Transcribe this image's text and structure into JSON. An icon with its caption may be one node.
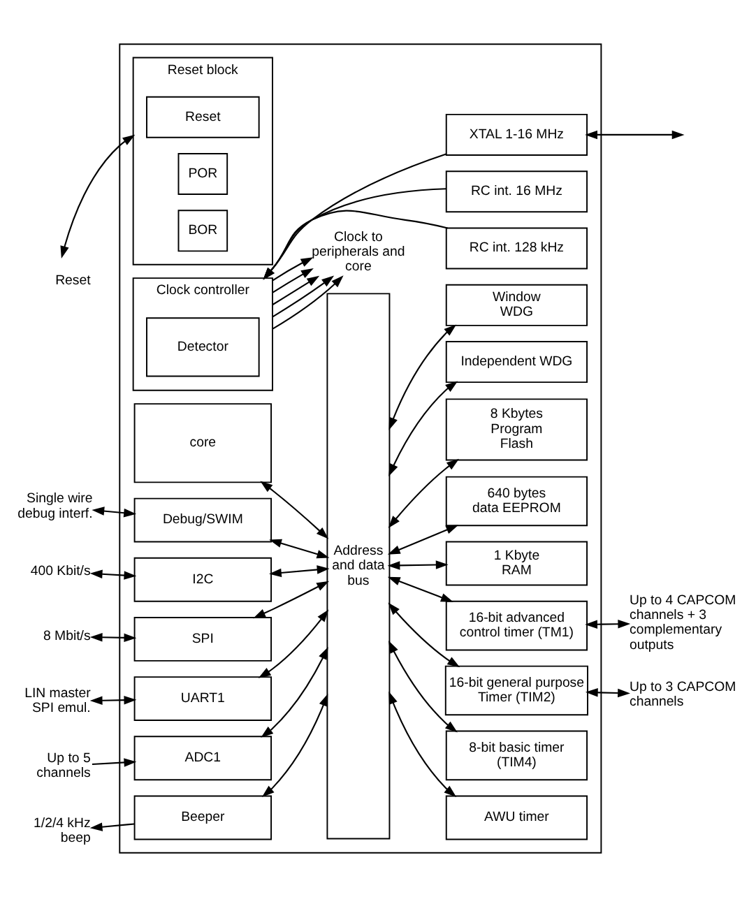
{
  "diagram": {
    "nodes": [
      {
        "text": [],
        "shape": "box"
      },
      {
        "text": [
          "Reset block"
        ],
        "in": 0
      },
      {
        "text": [
          "Reset"
        ],
        "in": 1
      },
      {
        "text": [
          "POR"
        ],
        "in": 1
      },
      {
        "text": [
          "BOR"
        ],
        "in": 1
      },
      {
        "text": [
          "Clock controller"
        ],
        "in": 0
      },
      {
        "text": [
          "Detector"
        ],
        "in": 5
      },
      {
        "text": [
          "XTAL 1-16 MHz"
        ],
        "in": 0
      },
      {
        "text": [
          "RC int. 16 MHz"
        ],
        "in": 0
      },
      {
        "text": [
          "RC int. 128 kHz"
        ],
        "in": 0
      },
      {
        "text": [
          "Clock to peripherals and core"
        ],
        "in": 0
      },
      {
        "text": [
          "core"
        ],
        "in": 0
      },
      {
        "text": [
          "Address and data bus"
        ],
        "in": 0
      },
      {
        "text": [
          "Window WDG"
        ],
        "in": 0
      },
      {
        "text": [
          "Independent WDG"
        ],
        "in": 0
      },
      {
        "text": [
          "8 Kbytes Program Flash"
        ],
        "in": 0
      },
      {
        "text": [
          "Debug/SWIM"
        ],
        "in": 0
      },
      {
        "text": [
          "640 bytes data EEPROM"
        ],
        "in": 0
      },
      {
        "text": [
          "1 Kbyte RAM"
        ],
        "in": 0
      },
      {
        "text": [
          "I2C"
        ],
        "in": 0
      },
      {
        "text": [
          "SPI"
        ],
        "in": 0
      },
      {
        "text": [
          "UART1"
        ],
        "in": 0
      },
      {
        "text": [
          "16-bit advanced control timer (TM1)"
        ],
        "in": 0
      },
      {
        "text": [
          "16-bit general purpose Timer (TIM2)"
        ],
        "in": 0
      },
      {
        "text": [
          "8-bit basic timer (TIM4)"
        ],
        "in": 0
      },
      {
        "text": [
          "ADC1"
        ],
        "in": 0
      },
      {
        "text": [
          "Beeper"
        ],
        "in": 0
      },
      {
        "text": [
          "AWU timer"
        ],
        "in": 0
      },
      {
        "text": [
          "Reset"
        ]
      },
      {
        "text": [
          "Single wire debug interf."
        ]
      },
      {
        "text": [
          "400 Kbit/s"
        ]
      },
      {
        "text": [
          "8 Mbit/s"
        ]
      },
      {
        "text": [
          "LIN master SPI emul."
        ]
      },
      {
        "text": [
          "Up to 5 channels"
        ]
      },
      {
        "text": [
          "1/2/4 kHz beep"
        ]
      },
      {
        "text": [
          "Up to 4 CAPCOM channels + 3 complementary outputs"
        ]
      },
      {
        "text": [
          "Up to 3 CAPCOM channels"
        ]
      }
    ],
    "edges": [
      {
        "from": 28,
        "to": 1,
        "arrow": "both"
      },
      {
        "from": 7,
        "to": null,
        "arrow": "both"
      },
      {
        "from": 7,
        "to": 5,
        "arrow": "to"
      },
      {
        "from": 8,
        "to": 5,
        "arrow": "to"
      },
      {
        "from": 9,
        "to": 5,
        "arrow": "to"
      },
      {
        "from": 5,
        "to": 10,
        "arrow": "to"
      },
      {
        "from": 5,
        "to": 10,
        "arrow": "to"
      },
      {
        "from": 5,
        "to": 10,
        "arrow": "to"
      },
      {
        "from": 5,
        "to": 10,
        "arrow": "to"
      },
      {
        "from": 5,
        "to": 10,
        "arrow": "to"
      },
      {
        "from": 11,
        "to": 12,
        "arrow": "both"
      },
      {
        "from": 12,
        "to": 13,
        "arrow": "both"
      },
      {
        "from": 12,
        "to": 14,
        "arrow": "both"
      },
      {
        "from": 12,
        "to": 15,
        "arrow": "both"
      },
      {
        "from": 29,
        "to": 16,
        "arrow": "both"
      },
      {
        "from": 16,
        "to": 12,
        "arrow": "both"
      },
      {
        "from": 12,
        "to": 17,
        "arrow": "both"
      },
      {
        "from": 12,
        "to": 18,
        "arrow": "both"
      },
      {
        "from": 30,
        "to": 19,
        "arrow": "both"
      },
      {
        "from": 19,
        "to": 12,
        "arrow": "both"
      },
      {
        "from": 31,
        "to": 20,
        "arrow": "both"
      },
      {
        "from": 20,
        "to": 12,
        "arrow": "both"
      },
      {
        "from": 32,
        "to": 21,
        "arrow": "both"
      },
      {
        "from": 21,
        "to": 12,
        "arrow": "both"
      },
      {
        "from": 12,
        "to": 22,
        "arrow": "both"
      },
      {
        "from": 22,
        "to": 35,
        "arrow": "both"
      },
      {
        "from": 12,
        "to": 23,
        "arrow": "both"
      },
      {
        "from": 23,
        "to": 36,
        "arrow": "both"
      },
      {
        "from": 12,
        "to": 24,
        "arrow": "both"
      },
      {
        "from": 33,
        "to": 25,
        "arrow": "to"
      },
      {
        "from": 25,
        "to": 12,
        "arrow": "both"
      },
      {
        "from": 26,
        "to": 34,
        "arrow": "to"
      },
      {
        "from": 26,
        "to": 12,
        "arrow": "both"
      },
      {
        "from": 12,
        "to": 27,
        "arrow": "both"
      }
    ]
  }
}
